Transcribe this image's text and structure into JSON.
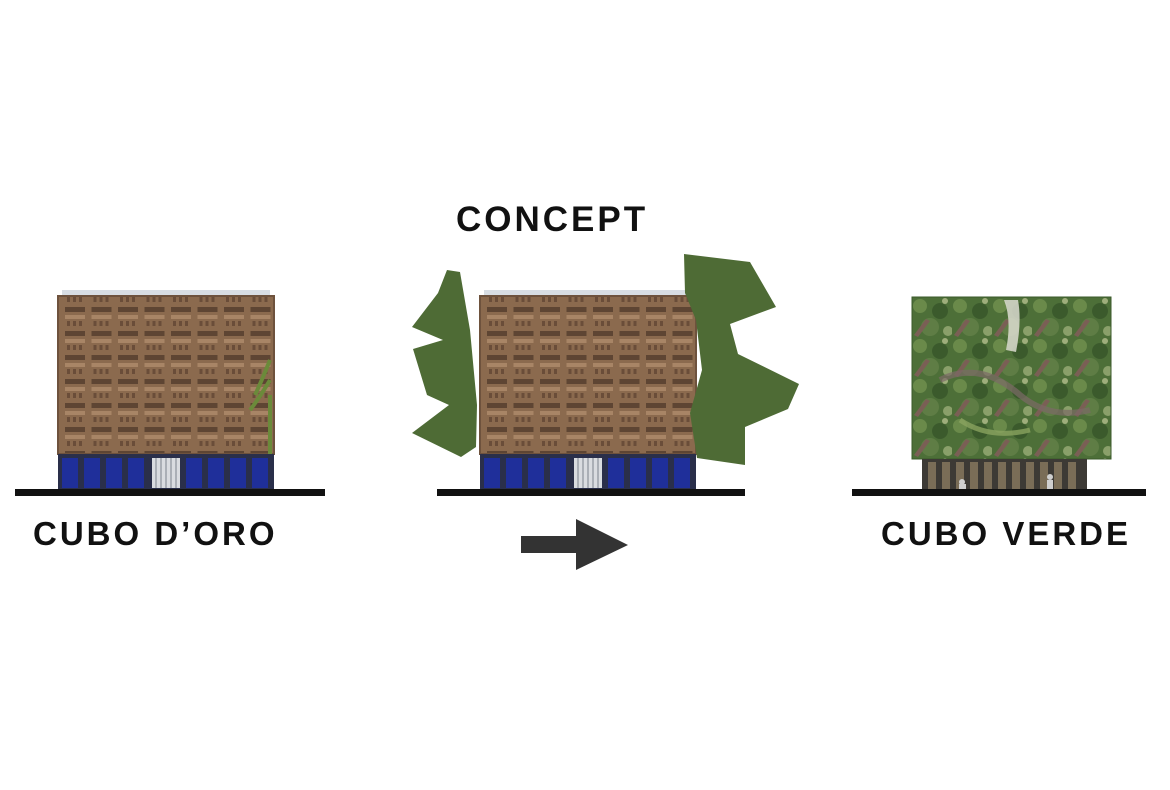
{
  "title": "CONCEPT",
  "left_label": "CUBO D’ORO",
  "right_label": "CUBO VERDE",
  "colors": {
    "background": "#ffffff",
    "ground": "#111111",
    "foliage": "#4e6b35",
    "facade": "#8a6a4f",
    "base_glass": "#1f2f8f",
    "arrow": "#333333",
    "green_wall": "#4f7a3a"
  }
}
